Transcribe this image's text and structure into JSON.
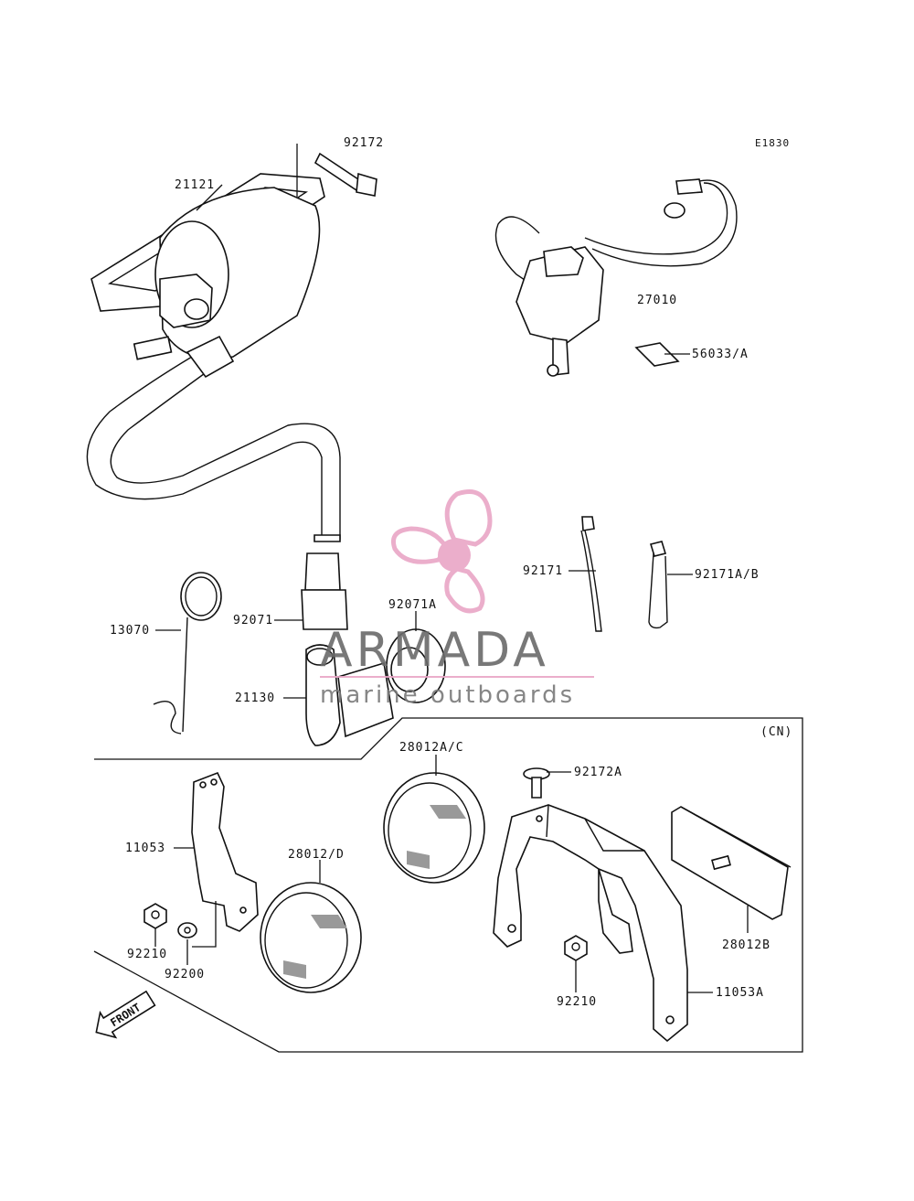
{
  "diagram": {
    "code": "E1830",
    "region_tag": "(CN)",
    "front_label": "FRONT",
    "callouts": {
      "c92172": "92172",
      "c21121": "21121",
      "c27010": "27010",
      "c56033A": "56033/A",
      "c92171": "92171",
      "c92171AB": "92171A/B",
      "c13070": "13070",
      "c92071": "92071",
      "c92071A": "92071A",
      "c21130": "21130",
      "c28012AC": "28012A/C",
      "c92172A": "92172A",
      "c11053": "11053",
      "c28012D": "28012/D",
      "c28012B": "28012B",
      "c92210a": "92210",
      "c92200": "92200",
      "c92210b": "92210",
      "c11053A": "11053A"
    }
  },
  "watermark": {
    "brand": "ARMADA",
    "tagline": "marine outboards",
    "accent_color": "#e9a6c6"
  }
}
